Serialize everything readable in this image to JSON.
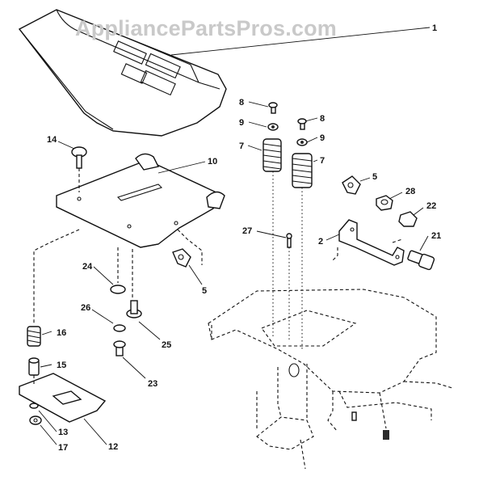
{
  "watermark": "AppliancePartsPros.com",
  "callouts": [
    {
      "id": "c1",
      "text": "1"
    },
    {
      "id": "c14",
      "text": "14"
    },
    {
      "id": "c10",
      "text": "10"
    },
    {
      "id": "c24",
      "text": "24"
    },
    {
      "id": "c5a",
      "text": "5"
    },
    {
      "id": "c26",
      "text": "26"
    },
    {
      "id": "c25",
      "text": "25"
    },
    {
      "id": "c16",
      "text": "16"
    },
    {
      "id": "c15",
      "text": "15"
    },
    {
      "id": "c23",
      "text": "23"
    },
    {
      "id": "c13",
      "text": "13"
    },
    {
      "id": "c17",
      "text": "17"
    },
    {
      "id": "c12",
      "text": "12"
    },
    {
      "id": "c8a",
      "text": "8"
    },
    {
      "id": "c9a",
      "text": "9"
    },
    {
      "id": "c7a",
      "text": "7"
    },
    {
      "id": "c8b",
      "text": "8"
    },
    {
      "id": "c9b",
      "text": "9"
    },
    {
      "id": "c7b",
      "text": "7"
    },
    {
      "id": "c5b",
      "text": "5"
    },
    {
      "id": "c28",
      "text": "28"
    },
    {
      "id": "c22",
      "text": "22"
    },
    {
      "id": "c27",
      "text": "27"
    },
    {
      "id": "c2",
      "text": "2"
    },
    {
      "id": "c21",
      "text": "21"
    }
  ]
}
